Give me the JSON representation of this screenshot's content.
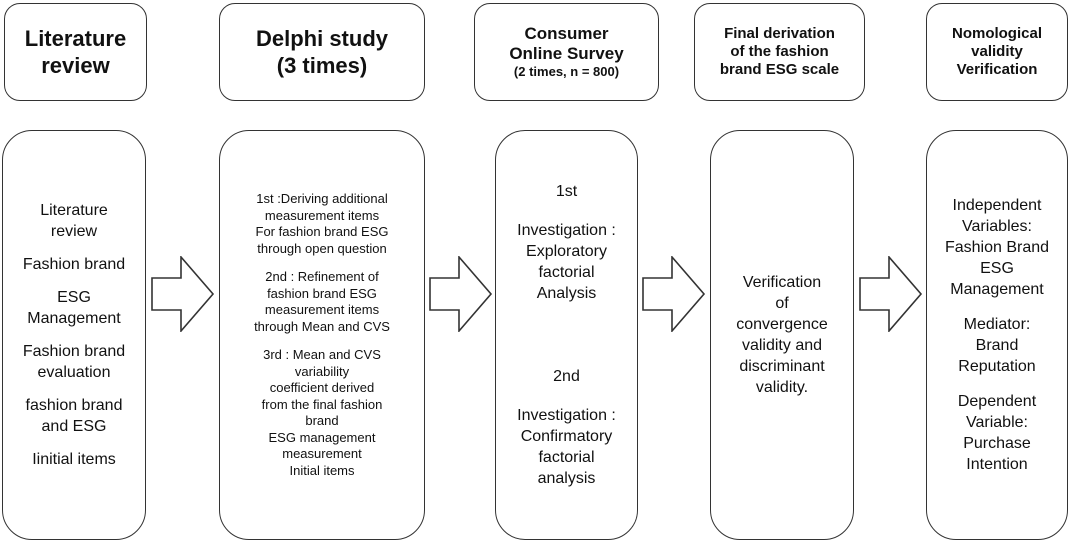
{
  "stages": [
    {
      "header": [
        "Literature",
        "review"
      ],
      "header_sub": "",
      "items": [
        [
          "Literature",
          "review"
        ],
        [
          "Fashion brand"
        ],
        [
          "ESG",
          "Management"
        ],
        [
          "Fashion brand",
          "evaluation"
        ],
        [
          "fashion brand",
          "and ESG"
        ],
        [
          "Iinitial items"
        ]
      ]
    },
    {
      "header": [
        "Delphi study",
        "(3 times)"
      ],
      "header_sub": "",
      "items": [
        [
          "1st :Deriving additional",
          "measurement items",
          "For fashion brand ESG",
          "through open question"
        ],
        [
          "2nd : Refinement of",
          "fashion brand ESG",
          "measurement items",
          "through Mean and CVS"
        ],
        [
          "3rd : Mean and CVS",
          "variability",
          "coefficient derived",
          "from the final fashion",
          "brand",
          "ESG management",
          "measurement",
          "Initial items"
        ]
      ]
    },
    {
      "header": [
        "Consumer",
        "Online Survey"
      ],
      "header_sub": "(2 times, n = 800)",
      "items": [
        [
          "1st"
        ],
        [
          "Investigation :",
          "Exploratory",
          "factorial",
          "Analysis"
        ],
        [
          "2nd"
        ],
        [
          "Investigation :",
          "Confirmatory",
          "factorial",
          "analysis"
        ]
      ]
    },
    {
      "header": [
        "Final derivation",
        "of the fashion",
        "brand ESG scale"
      ],
      "header_sub": "",
      "items": [
        [
          "Verification",
          "of",
          "convergence",
          "validity and",
          "discriminant",
          "validity."
        ]
      ]
    },
    {
      "header": [
        "Nomological",
        "validity",
        "Verification"
      ],
      "header_sub": "",
      "items": [
        [
          "Independent",
          "Variables:",
          "Fashion Brand",
          "ESG",
          "Management"
        ],
        [
          "Mediator:",
          "Brand",
          "Reputation"
        ],
        [
          "Dependent",
          "Variable:",
          "Purchase",
          "Intention"
        ]
      ]
    }
  ],
  "arrow_icon": "right-arrow-icon",
  "colors": {
    "stroke": "#333333",
    "background": "#ffffff",
    "text": "#111111"
  }
}
